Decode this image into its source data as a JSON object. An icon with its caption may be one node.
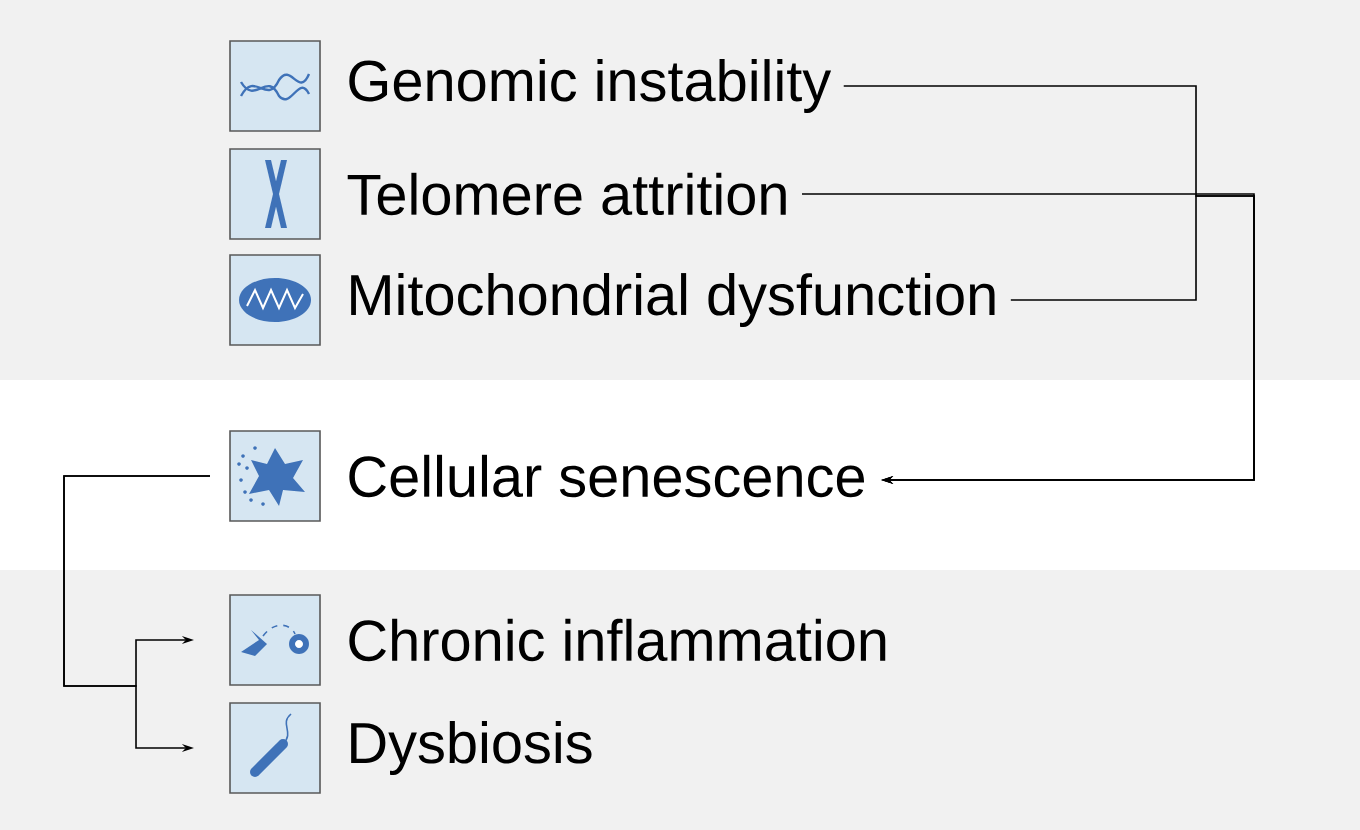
{
  "diagram": {
    "nodes": [
      {
        "text": [
          "Genomic instability"
        ]
      },
      {
        "text": [
          "Telomere attrition"
        ]
      },
      {
        "text": [
          "Mitochondrial dysfunction"
        ]
      },
      {
        "text": [
          "Cellular senescence"
        ]
      },
      {
        "text": [
          "Chronic inflammation"
        ]
      },
      {
        "text": [
          "Dysbiosis"
        ]
      }
    ],
    "edges": [
      {
        "from": 0,
        "to": 3,
        "arrow": "to"
      },
      {
        "from": 1,
        "to": 3,
        "arrow": "to"
      },
      {
        "from": 2,
        "to": 3,
        "arrow": "to"
      },
      {
        "from": 3,
        "to": 4,
        "arrow": "to"
      },
      {
        "from": 3,
        "to": 5,
        "arrow": "to"
      }
    ]
  }
}
